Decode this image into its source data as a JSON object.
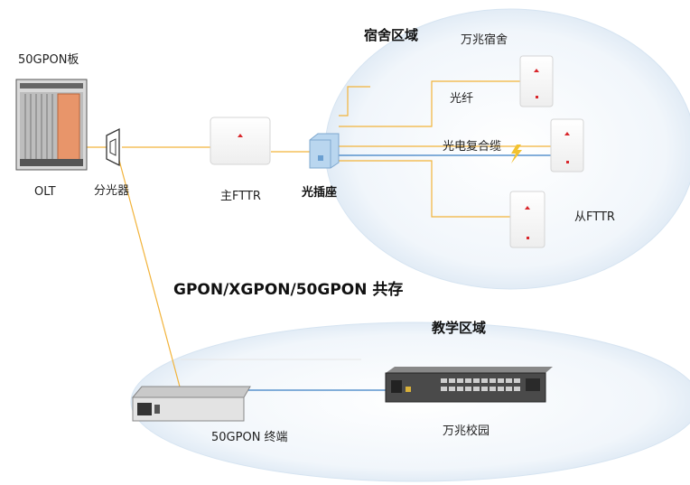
{
  "labels": {
    "olt_board": "50GPON板",
    "olt": "OLT",
    "splitter": "分光器",
    "main_fttr": "主FTTR",
    "optical_socket": "光插座",
    "dorm_zone": "宿舍区域",
    "gigabit_dorm": "万兆宿舍",
    "fiber": "光纤",
    "photoelectric_cable": "光电复合缆",
    "sub_fttr": "从FTTR",
    "coexist": "GPON/XGPON/50GPON 共存",
    "teaching_zone": "教学区域",
    "terminal_50gpon": "50GPON 终端",
    "gigabit_campus": "万兆校园"
  },
  "colors": {
    "fiber": "#f2b33a",
    "cable_blue": "#3b7fc4",
    "zone_fill_edge": "#cfe0f0",
    "zone_fill_center": "#ffffff",
    "brand_red": "#d9262b"
  }
}
